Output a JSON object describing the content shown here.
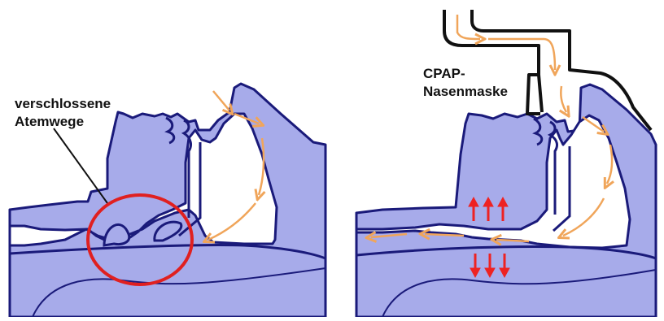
{
  "labels": {
    "blocked_line1": "verschlossene",
    "blocked_line2": "Atemwege",
    "mask_line1": "CPAP-",
    "mask_line2": "Nasenmaske"
  },
  "colors": {
    "tissue": "#a7abea",
    "outline": "#1a1a7a",
    "airflow": "#f0a55a",
    "highlight": "#e02020",
    "pressure": "#ee2222",
    "mask_outline": "#111111"
  }
}
